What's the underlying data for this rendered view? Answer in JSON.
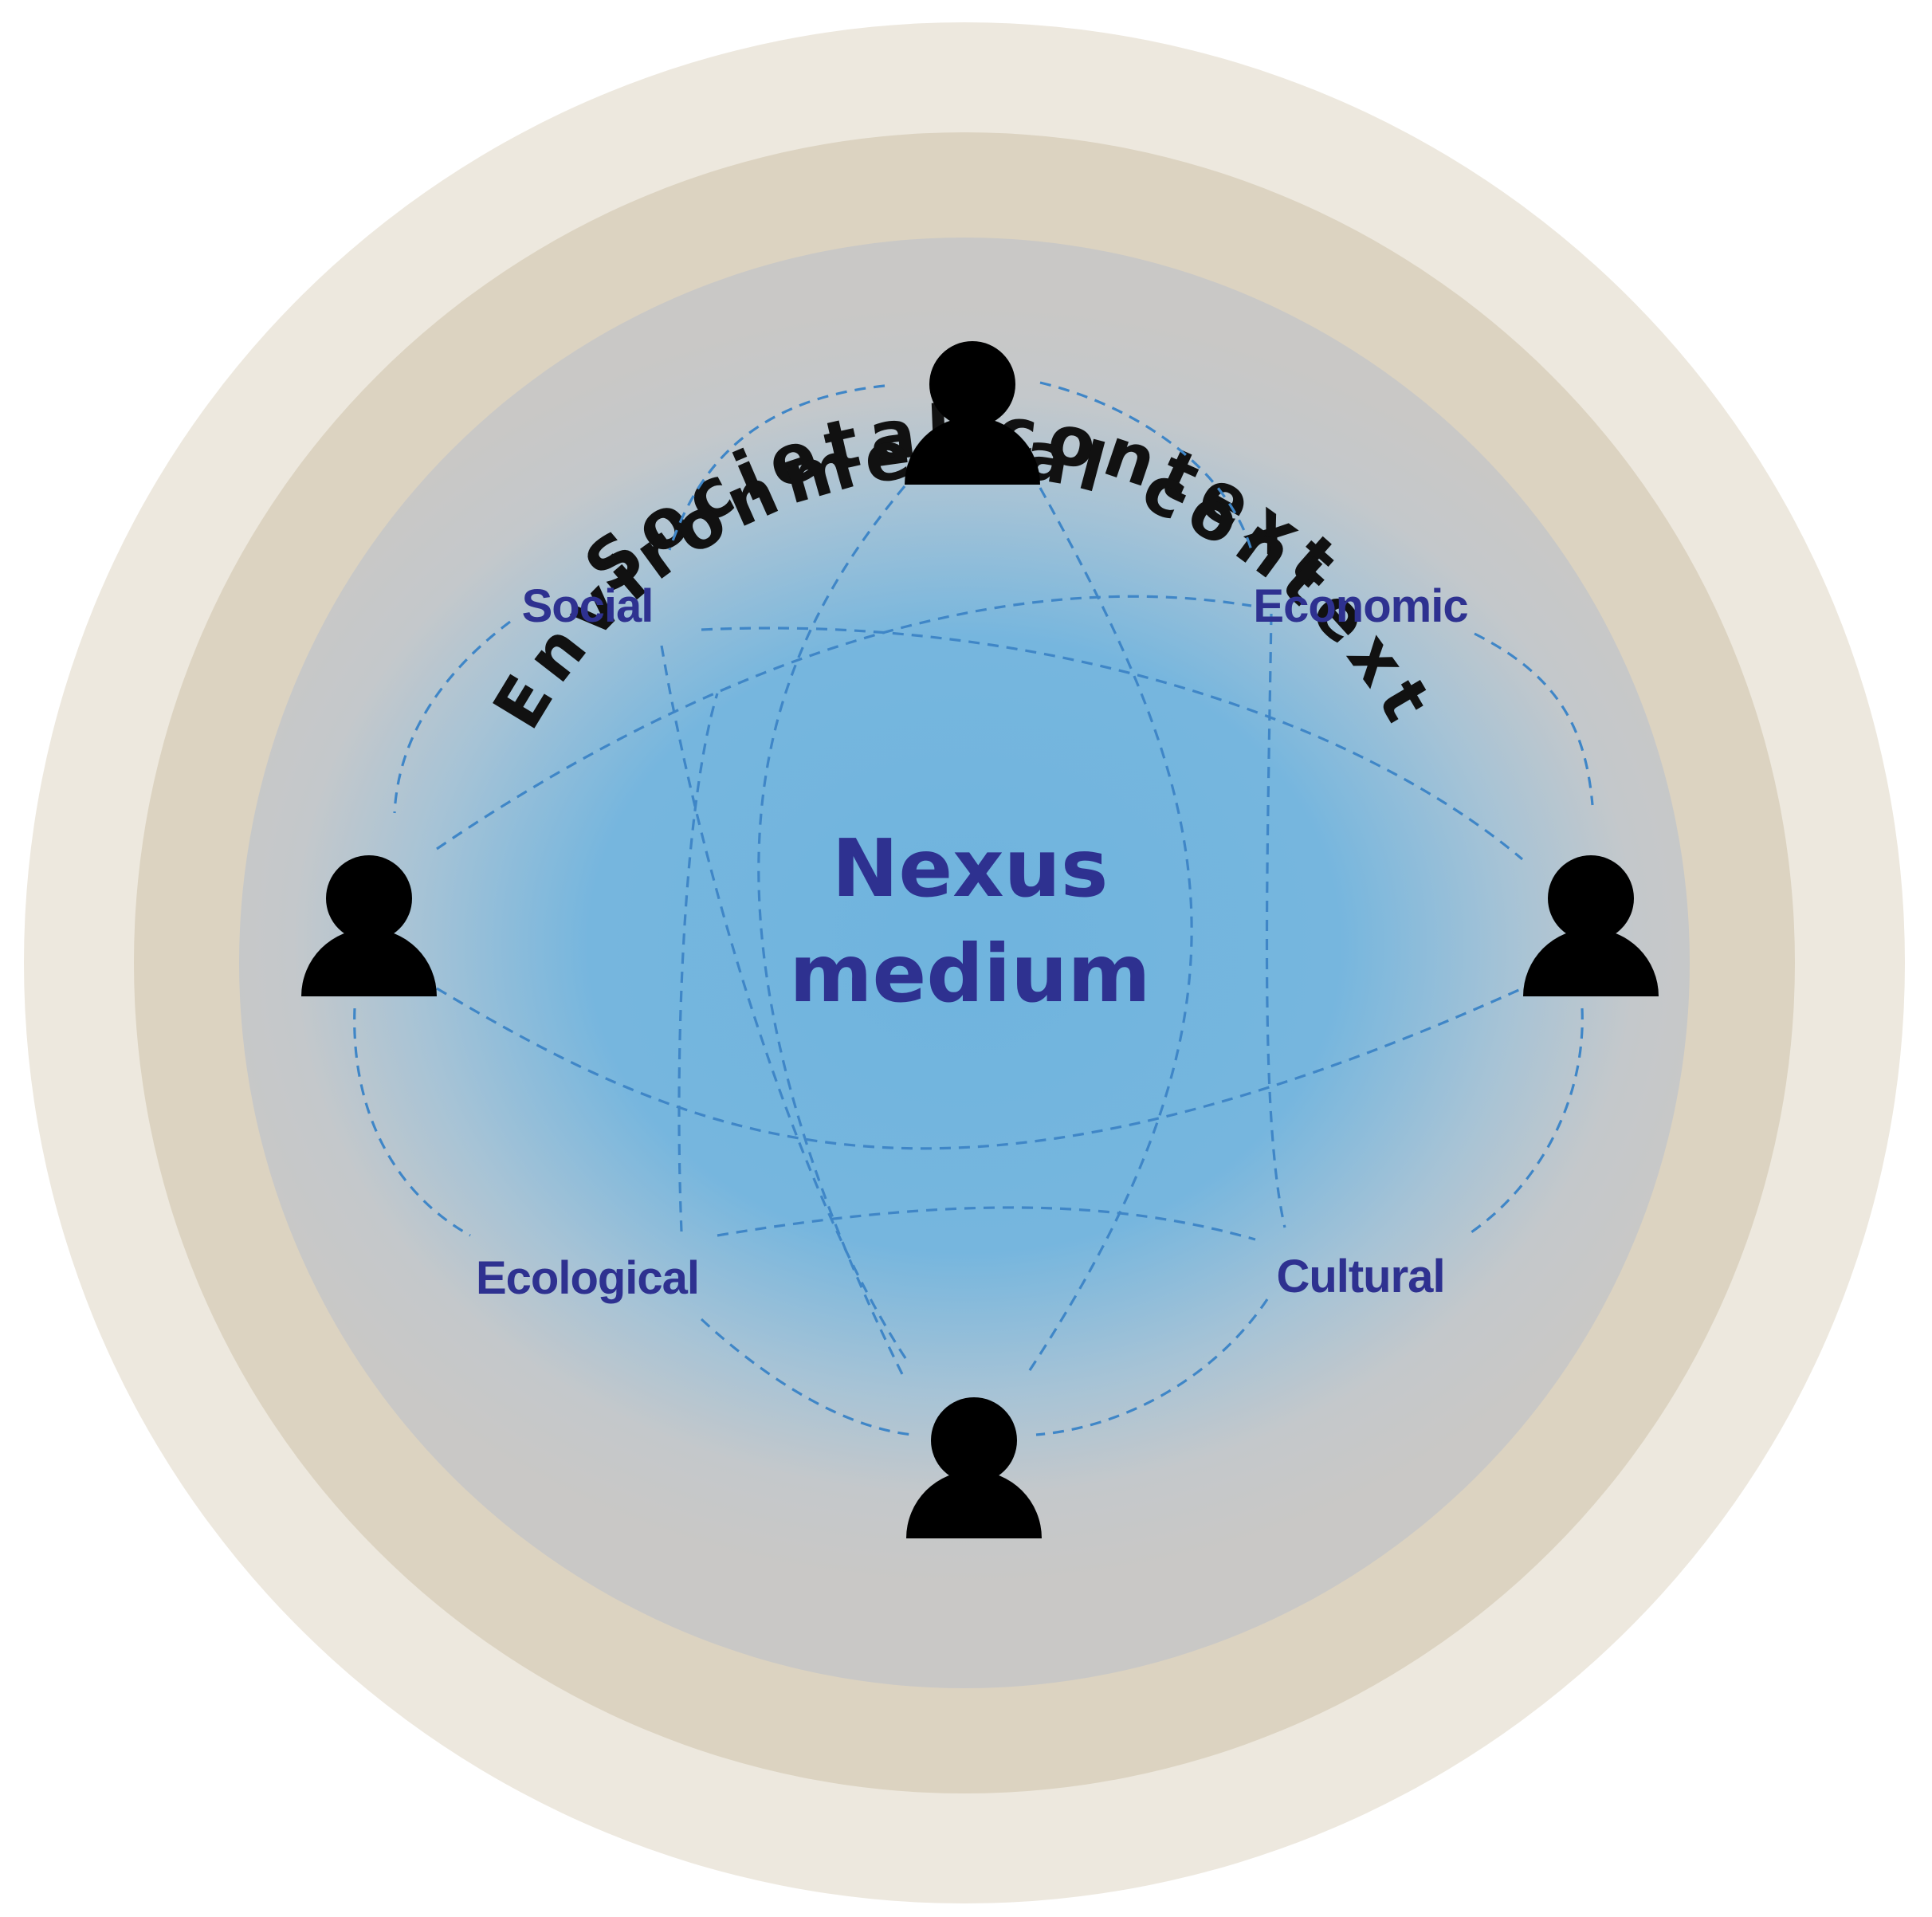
{
  "contexts": {
    "outer_label": "Societal context",
    "inner_label": "Environmental context"
  },
  "center": {
    "line1": "Nexus",
    "line2": "medium"
  },
  "dimensions": {
    "social": "Social",
    "economic": "Economic",
    "ecological": "Ecological",
    "cultural": "Cultural"
  },
  "actors": [
    "person-icon",
    "person-icon",
    "person-icon",
    "person-icon"
  ],
  "colors": {
    "outer_ring": "#ede8de",
    "middle_ring": "#dcd3c1",
    "inner_field": "#c9c8c6",
    "nexus_center": "#6fb4de",
    "label_blue": "#2e3190",
    "link_blue": "#3f86c7",
    "icon": "#000000"
  }
}
